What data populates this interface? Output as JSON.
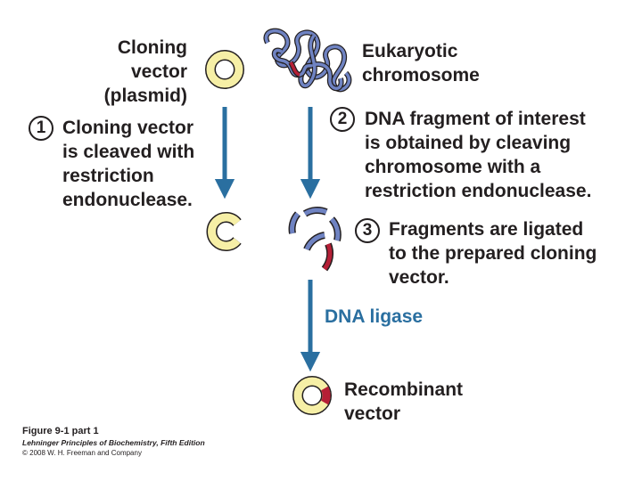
{
  "labels": {
    "cloning_vector": "Cloning\nvector\n(plasmid)",
    "eukaryotic_chromosome": "Eukaryotic\nchromosome",
    "step1_text": "Cloning vector\nis cleaved with\nrestriction\nendonuclease.",
    "step2_text": "DNA fragment of interest\nis obtained by cleaving\nchromosome with a\nrestriction endonuclease.",
    "step3_text": "Fragments are ligated\nto the prepared cloning\nvector.",
    "dna_ligase": "DNA ligase",
    "recombinant_vector": "Recombinant\nvector"
  },
  "steps": [
    "1",
    "2",
    "3"
  ],
  "caption": {
    "figure": "Figure 9-1 part 1",
    "book": "Lehninger Principles of Biochemistry, Fifth Edition",
    "copyright": "© 2008 W. H. Freeman and Company"
  },
  "colors": {
    "plasmid_fill": "#f6efa6",
    "chromosome": "#6f83c2",
    "insert": "#b51f36",
    "arrow": "#2a6fa0",
    "text": "#231f20"
  }
}
